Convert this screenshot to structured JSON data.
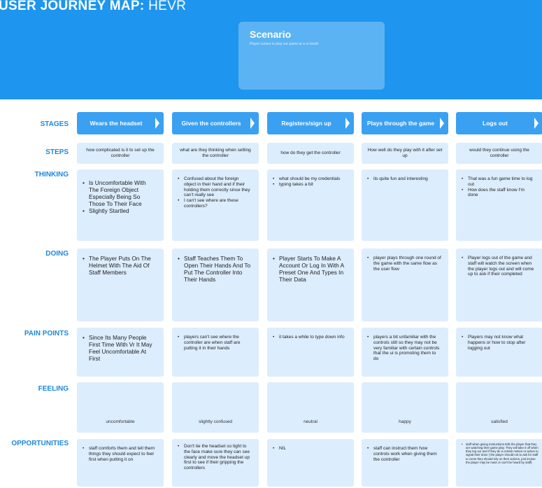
{
  "header": {
    "title_bold": "USER JOURNEY MAP:",
    "title_project": "HEVR"
  },
  "scenario": {
    "title": "Scenario",
    "text": "Player comes to play our game ar a vr booth"
  },
  "row_labels": {
    "stages": "STAGES",
    "steps": "STEPS",
    "thinking": "THINKING",
    "doing": "DOING",
    "pain_points": "PAIN POINTS",
    "feeling": "FEELING",
    "opportunities": "OPPORTUNITIES"
  },
  "stages": [
    "Wears the headset",
    "Given the controllers",
    "Registers/sign up",
    "Plays through the game",
    "Logs out"
  ],
  "steps": [
    "how complicated is it to set up the controller",
    "what are they thinking when setting the controller",
    "how do they get the controller",
    "How well do they play with it after set up",
    "would they continue using the controller"
  ],
  "thinking": [
    [
      "Is Uncomfortable With The Foreign Object Especially Being So Those To Their Face",
      "Slightly Startled"
    ],
    [
      "Confused about the foreign object in their hand and if their holding them correctly since they can't really see",
      "I can't see where are these controllers?"
    ],
    [
      "what should be my credentials",
      "typing takes a bit"
    ],
    [
      "its quite fun and interesting"
    ],
    [
      "That was a fun game time to log out",
      "How does the staff know I'm done"
    ]
  ],
  "doing": [
    [
      "The Player Puts On The Helmet With The Aid Of Staff Members"
    ],
    [
      "Staff Teaches Them To Open Their Hands And To Put The Controller Into Their Hands"
    ],
    [
      "Player Starts To Make A Account Or Log In With A Preset One And Types In Their Data"
    ],
    [
      "player plays through one round of the game with the same flow as the user flow"
    ],
    [
      "Player logs out of the game and staff will watch the screen when the player logs out and will come up to ask if their completed"
    ]
  ],
  "pain_points": [
    [
      "Since Its Many People First Time With Vr It May Feel Uncomfortable At First"
    ],
    [
      "players can't see where the controller are when staff are putting it in their hands"
    ],
    [
      "it takes a while to type down info"
    ],
    [
      "players a bit unfamiliar with the controls still so they may not be very familiar with certain controls that the ui is promoting them to do"
    ],
    [
      "Players may not know what happens or how to stop after logging out"
    ]
  ],
  "feeling": [
    "uncomfortable",
    "slightly confused",
    "neutral",
    "happy",
    "satisfied"
  ],
  "opportunities": [
    [
      "staff comforts them and tell them things they should expect to feel first when putting it on"
    ],
    [
      "Don't tie the headset so tight to the face make sure they can see clearly and move the headset up first to see if their gripping the controllers"
    ],
    [
      "NIL"
    ],
    [
      "staff can instruct them how controls work when giving them the controller"
    ],
    [
      "staff when giving instructions tells the player that they are watching their game play. They will take it off when they log our and if they do a certain motion or action to signal their done ( the player should not to ask for staff to come they should rely on their actions, just incase the player may be mute or can't be heard by staff)"
    ]
  ],
  "colors": {
    "header_blue": "#1e95ee",
    "stage_blue": "#3aa1f2",
    "cell_blue": "#dcedfd",
    "label_blue": "#1e87dc"
  }
}
